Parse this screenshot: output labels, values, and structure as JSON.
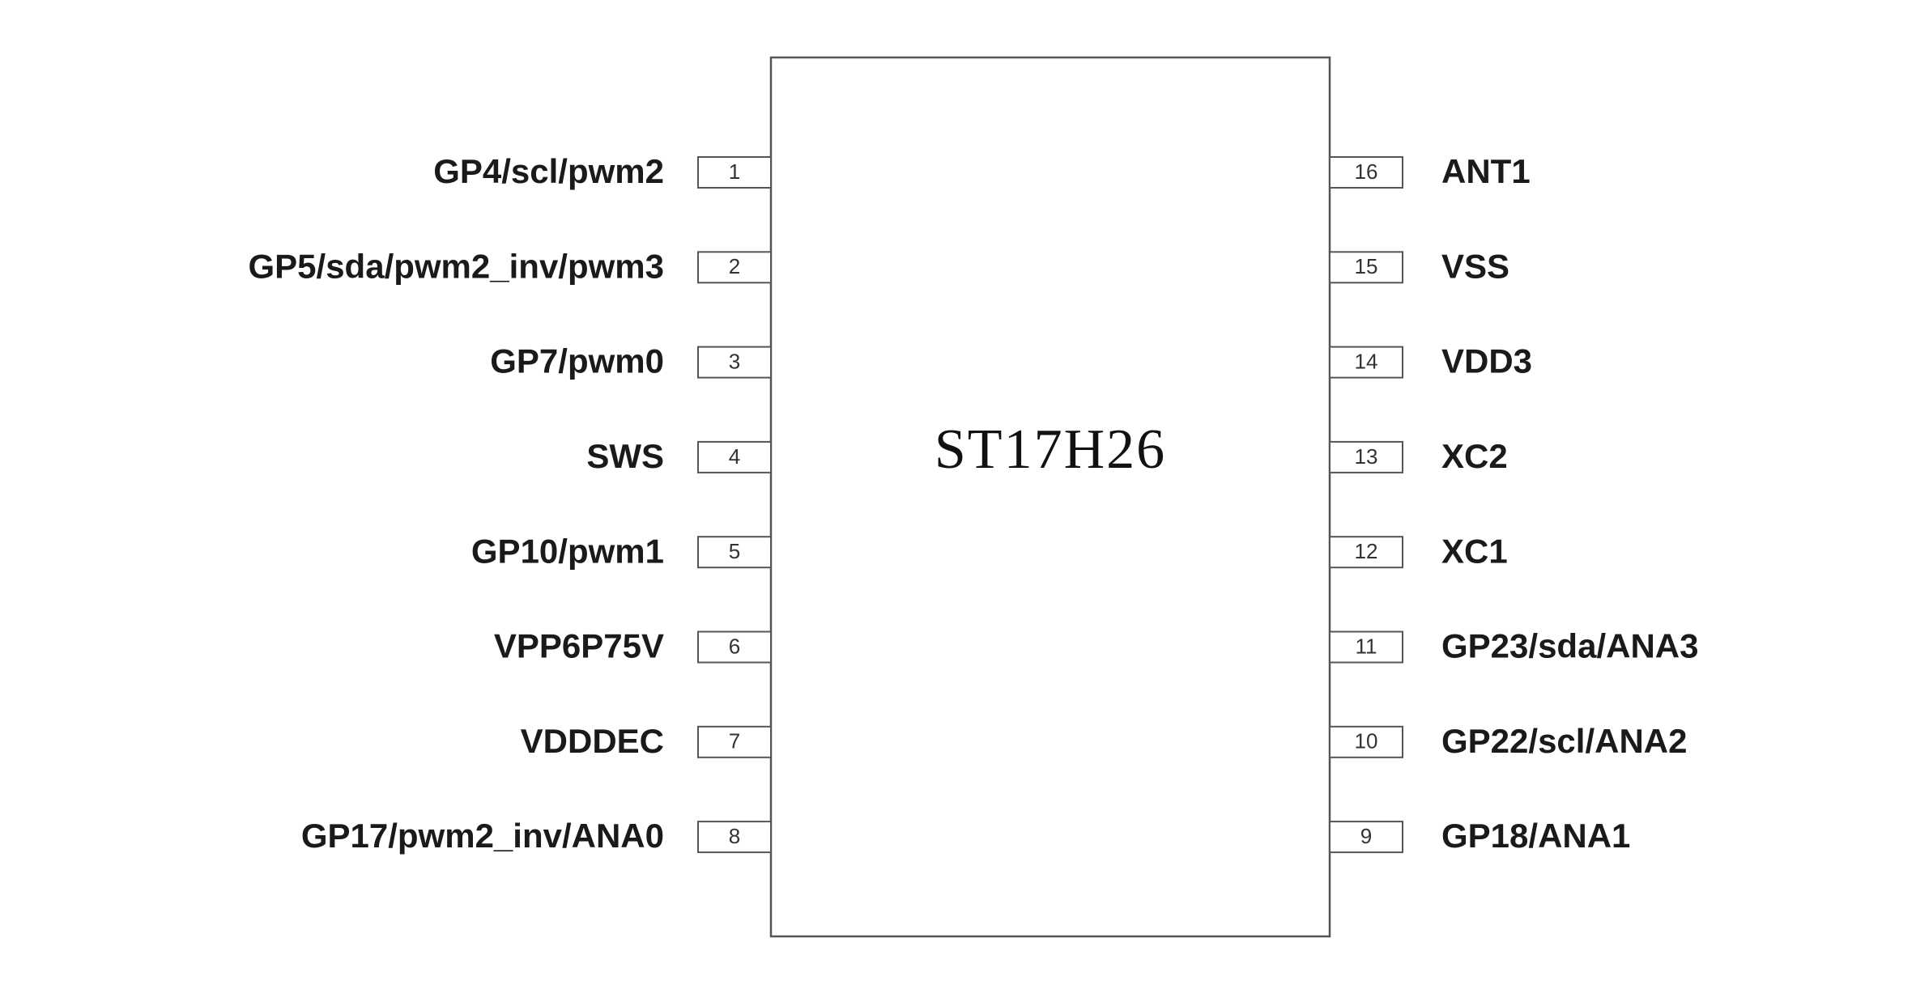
{
  "chip": {
    "name": "ST17H26"
  },
  "pins": {
    "left": [
      {
        "number": "1",
        "label": "GP4/scl/pwm2"
      },
      {
        "number": "2",
        "label": "GP5/sda/pwm2_inv/pwm3"
      },
      {
        "number": "3",
        "label": "GP7/pwm0"
      },
      {
        "number": "4",
        "label": "SWS"
      },
      {
        "number": "5",
        "label": "GP10/pwm1"
      },
      {
        "number": "6",
        "label": "VPP6P75V"
      },
      {
        "number": "7",
        "label": "VDDDEC"
      },
      {
        "number": "8",
        "label": "GP17/pwm2_inv/ANA0"
      }
    ],
    "right": [
      {
        "number": "16",
        "label": "ANT1"
      },
      {
        "number": "15",
        "label": "VSS"
      },
      {
        "number": "14",
        "label": "VDD3"
      },
      {
        "number": "13",
        "label": "XC2"
      },
      {
        "number": "12",
        "label": "XC1"
      },
      {
        "number": "11",
        "label": "GP23/sda/ANA3"
      },
      {
        "number": "10",
        "label": "GP22/scl/ANA2"
      },
      {
        "number": "9",
        "label": "GP18/ANA1"
      }
    ]
  }
}
